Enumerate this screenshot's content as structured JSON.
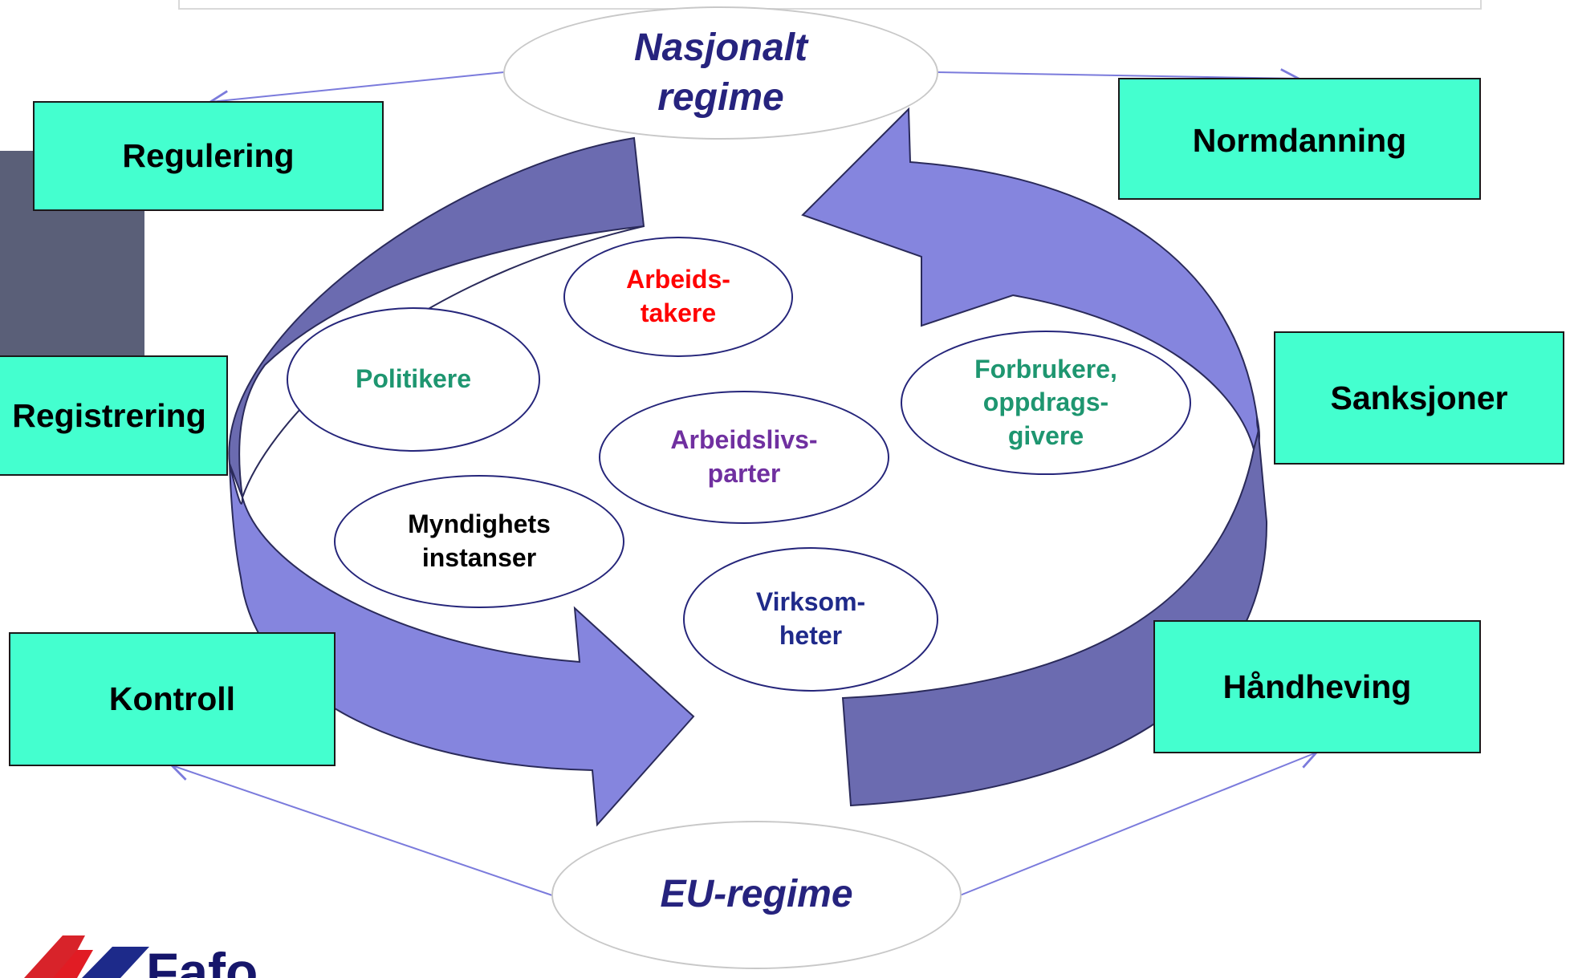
{
  "regimes": {
    "national": "Nasjonalt\nregime",
    "eu": "EU-regime"
  },
  "functions": {
    "regulering": "Regulering",
    "normdanning": "Normdanning",
    "registrering": "Registrering",
    "sanksjoner": "Sanksjoner",
    "kontroll": "Kontroll",
    "handheving": "Håndheving"
  },
  "actors": [
    {
      "label": "Arbeids-\ntakere",
      "color": "#ff0000"
    },
    {
      "label": "Politikere",
      "color": "#1e9670"
    },
    {
      "label": "Forbrukere,\noppdrags-\ngivere",
      "color": "#1e9670"
    },
    {
      "label": "Arbeidslivs-\nparter",
      "color": "#7030a0"
    },
    {
      "label": "Myndighets\ninstanser",
      "color": "#000000"
    },
    {
      "label": "Virksom-\nheter",
      "color": "#1f2a8a"
    }
  ],
  "colors": {
    "box_fill": "#44ffcf",
    "arrow_dark": "#6b6bb0",
    "arrow_light": "#8585de",
    "connector": "#7b7bdc"
  },
  "logo": {
    "text": "Fafo",
    "icon": "fafo-logo-icon"
  }
}
